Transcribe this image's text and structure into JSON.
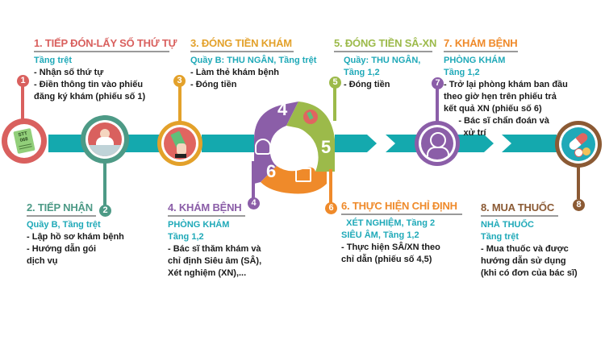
{
  "colors": {
    "teal_arrow": "#14a9ae",
    "step1": "#d9605e",
    "step2": "#4d9a86",
    "step3": "#e3a12a",
    "step4": "#8b5ea8",
    "step5": "#9cba4a",
    "step6": "#ef8a2a",
    "step7": "#8b5ea8",
    "step8": "#8b5a34",
    "subtitle": "#1fa9b8"
  },
  "steps": [
    {
      "number": "1",
      "title": "1. TIẾP ĐÓN-LẤY SỐ THỨ TỰ",
      "location": [
        "Tầng trệt"
      ],
      "details": [
        "- Nhận số thứ tự",
        "- Điền thông tin vào phiếu",
        "đăng ký  khám (phiếu số 1)"
      ],
      "icon": "ticket-icon",
      "icon_text": [
        "STT",
        "068"
      ]
    },
    {
      "number": "2",
      "title": "2. TIẾP NHẬN",
      "location": [
        "Quầy B, Tầng trệt"
      ],
      "details": [
        "- Lập hồ sơ khám bệnh",
        "- Hướng dẫn gói",
        "dịch vụ"
      ],
      "icon": "receptionist-icon"
    },
    {
      "number": "3",
      "title": "3. ĐÓNG TIỀN KHÁM",
      "location": [
        "Quầy B: THU NGÂN, Tầng trệt"
      ],
      "details": [
        "- Làm thẻ khám bệnh",
        "-  Đóng tiền"
      ],
      "icon": "money-hand-icon"
    },
    {
      "number": "4",
      "title": "4. KHÁM BỆNH",
      "location": [
        "PHÒNG KHÁM",
        "Tầng 1,2"
      ],
      "details": [
        "- Bác sĩ thăm khám và",
        "chỉ định Siêu âm (SÂ),",
        "Xét nghiệm (XN),..."
      ],
      "icon": "doctor-icon"
    },
    {
      "number": "5",
      "title": "5. ĐÓNG TIỀN SÂ-XN",
      "location": [
        "Quầy: THU NGÂN,",
        "Tầng 1,2"
      ],
      "details": [
        "- Đóng tiền"
      ],
      "icon": "money-hand-icon"
    },
    {
      "number": "6",
      "title": "6. THỰC HIỆN CHỈ ĐỊNH",
      "location": [
        "  XÉT NGHIỆM, Tầng 2",
        "SIÊU ÂM, Tầng 1,2"
      ],
      "details": [
        "- Thực hiện SÂ/XN theo",
        "chỉ dẫn (phiếu số 4,5)"
      ],
      "icon": "lab-equipment-icon"
    },
    {
      "number": "7",
      "title": "7. KHÁM BỆNH",
      "location": [
        "PHÒNG KHÁM",
        "Tầng 1,2"
      ],
      "details": [
        "- Trở lại phòng khám ban đầu",
        "theo giờ hẹn trên phiếu trả",
        "kết quả XN (phiếu số 6)",
        "      - Bác sĩ chẩn đoán và",
        "        xử trí"
      ],
      "icon": "doctor-icon"
    },
    {
      "number": "8",
      "title": "8. MUA THUỐC",
      "location": [
        "NHÀ THUỐC",
        "Tầng trệt"
      ],
      "details": [
        "- Mua thuốc và được",
        "hướng dẫn sử dụng",
        "(khi  có đơn của bác sĩ)"
      ],
      "icon": "pills-icon"
    }
  ]
}
